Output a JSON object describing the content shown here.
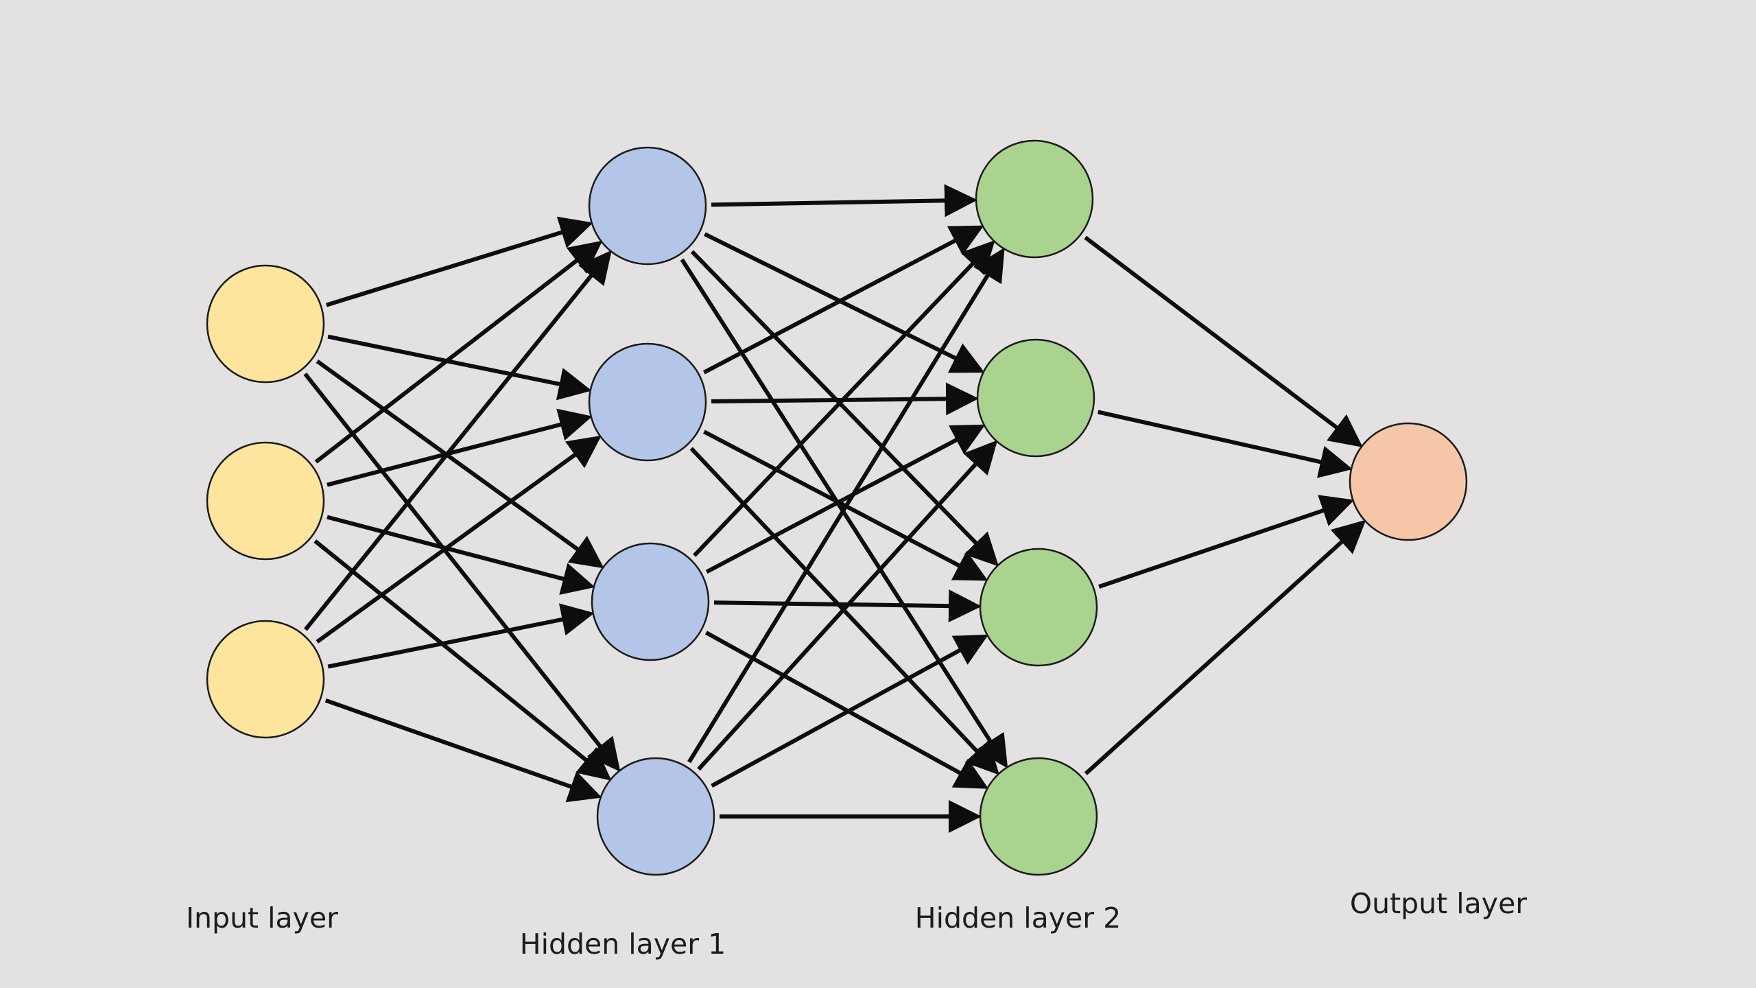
{
  "diagram": {
    "background": "#e3e1e2",
    "layers": [
      {
        "id": "input",
        "label": "Input layer",
        "neurons": 3,
        "color": "#fde59d"
      },
      {
        "id": "hidden1",
        "label": "Hidden layer 1",
        "neurons": 4,
        "color": "#b4c6e8"
      },
      {
        "id": "hidden2",
        "label": "Hidden layer 2",
        "neurons": 4,
        "color": "#a9d38f"
      },
      {
        "id": "output",
        "label": "Output layer",
        "neurons": 1,
        "color": "#f5c7a8"
      }
    ],
    "connectivity": "fully-connected",
    "edge_color": "#0d0d0d"
  }
}
